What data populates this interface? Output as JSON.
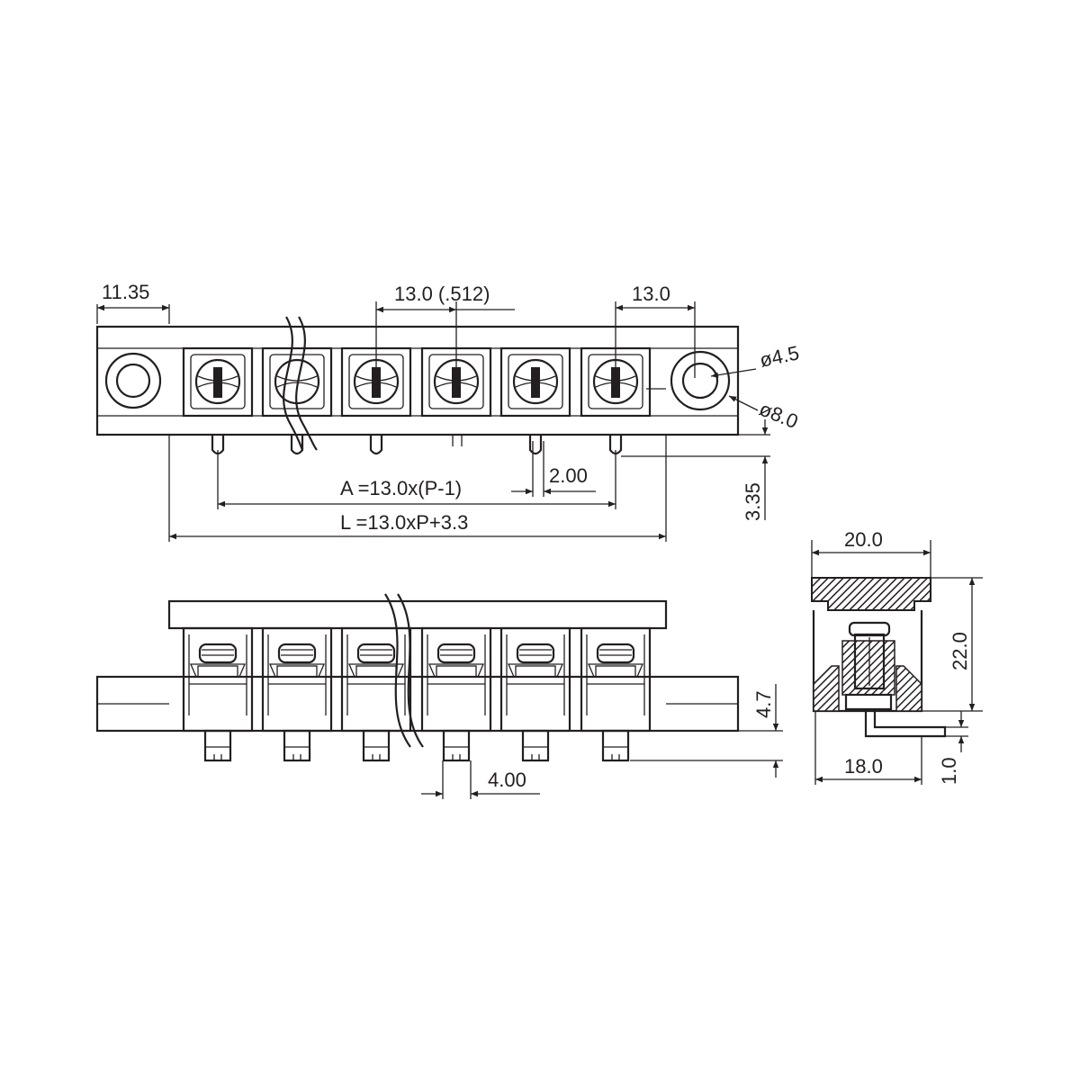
{
  "top_view": {
    "dims": {
      "end_offset": "11.35",
      "pitch_inch": "13.0 (.512)",
      "pitch_right": "13.0",
      "hole_small": "ø4.5",
      "hole_large": "ø8.0",
      "pin_spacing_label": "2.00",
      "pin_length": "3.35",
      "a_formula": "A =13.0x(P-1)",
      "l_formula": "L =13.0xP+3.3"
    }
  },
  "front_view": {
    "dims": {
      "pin_pitch": "4.00",
      "height": "4.7"
    }
  },
  "side_view": {
    "dims": {
      "width_top": "20.0",
      "height_total": "22.0",
      "width_bottom": "18.0",
      "tail": "1.0"
    }
  },
  "colors": {
    "line": "#231f20",
    "background": "#ffffff"
  }
}
